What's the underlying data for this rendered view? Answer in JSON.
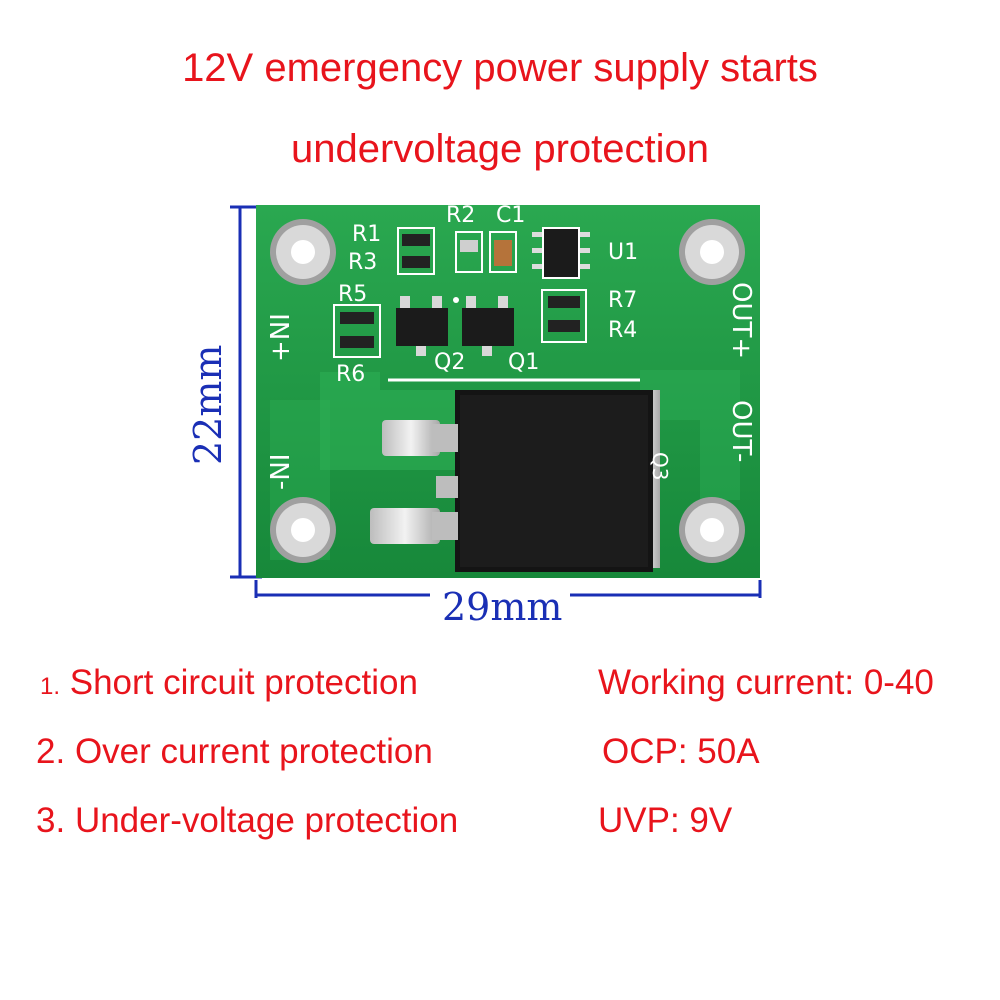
{
  "title": {
    "line1": "12V emergency power supply starts",
    "line2": "undervoltage protection"
  },
  "dimensions": {
    "height": "22mm",
    "width": "29mm"
  },
  "board_labels": {
    "r1": "R1",
    "r2": "R2",
    "c1": "C1",
    "r3": "R3",
    "u1": "U1",
    "r5": "R5",
    "r7": "R7",
    "r4": "R4",
    "r6": "R6",
    "q2": "Q2",
    "q1": "Q1",
    "q3": "Q3",
    "in_plus": "+NI",
    "in_minus": "-NI",
    "out_plus": "OUT+",
    "out_minus": "OUT-"
  },
  "features": [
    {
      "number": "1.",
      "text": "Short circuit protection"
    },
    {
      "number": "2.",
      "text": "Over current protection"
    },
    {
      "number": "3.",
      "text": "Under-voltage protection"
    }
  ],
  "specs": [
    "Working current: 0-40",
    "OCP: 50A",
    "UVP: 9V"
  ],
  "colors": {
    "title_red": "#e8141c",
    "dimension_blue": "#1a2fb5",
    "pcb_green": "#1f9a45",
    "silkscreen": "#ffffff"
  }
}
